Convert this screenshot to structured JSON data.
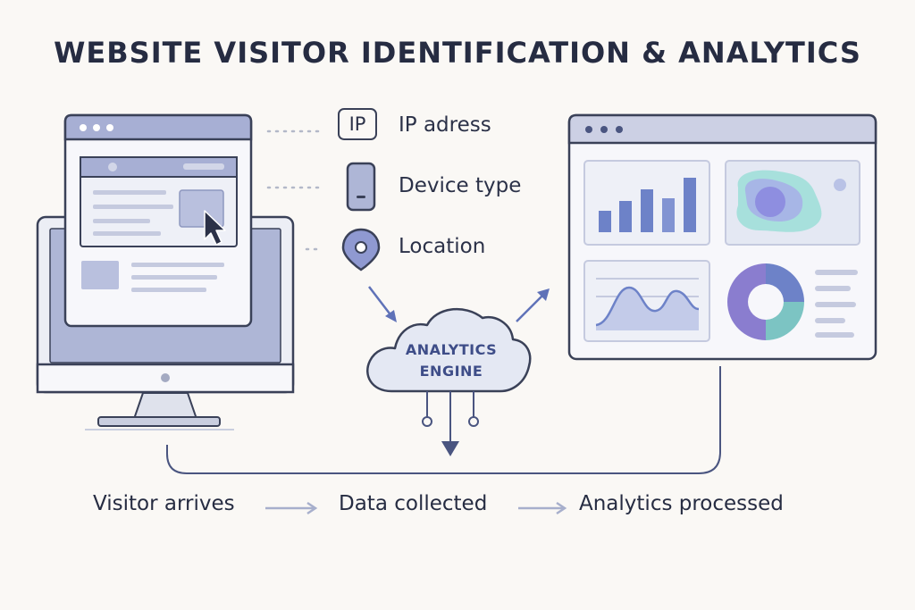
{
  "title": "WEBSITE VISITOR IDENTIFICATION & ANALYTICS",
  "data_points": {
    "ip_badge": "IP",
    "ip_label": "IP adress",
    "device_label": "Device type",
    "location_label": "Location"
  },
  "engine": {
    "line1": "ANALYTICS",
    "line2": "ENGINE"
  },
  "flow": {
    "step1": "Visitor arrives",
    "step2": "Data collected",
    "step3": "Analytics processed"
  },
  "colors": {
    "outline": "#3a4158",
    "panel_fill": "#eef0f7",
    "accent_blue": "#6d82c8",
    "accent_teal": "#7cc4c3",
    "accent_purple": "#8a7dcf",
    "arrow": "#5f72b8"
  },
  "icons": [
    "monitor-icon",
    "browser-window-icon",
    "cursor-icon",
    "phone-icon",
    "location-pin-icon",
    "cloud-icon",
    "dashboard-icon",
    "bar-chart-icon",
    "heatmap-icon",
    "line-chart-icon",
    "donut-chart-icon"
  ]
}
